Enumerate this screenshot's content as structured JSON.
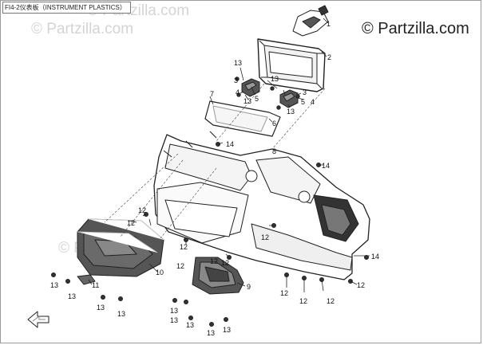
{
  "diagram": {
    "title": "FI4-2仪表板（INSTRUMENT PLASTICS）",
    "watermarks": [
      "© Partzilla.com",
      "© Partzilla.com",
      "© Partzilla.com",
      "© Partzilla.com"
    ],
    "part_numbers": {
      "p1": "1",
      "p2": "2",
      "p13a": "13",
      "p4a": "4",
      "p13b": "13",
      "p3a": "3",
      "p5a": "5",
      "p13c": "13",
      "p3b": "3",
      "p13d": "13",
      "p5b": "5",
      "p4b": "4",
      "p7": "7",
      "p6": "6",
      "p14a": "14",
      "p8": "8",
      "p14b": "14",
      "p12a": "12",
      "p12b": "12",
      "p12c": "12",
      "p12d": "12",
      "p14c": "14",
      "p10": "10",
      "p11": "11",
      "p13e": "13",
      "p13f": "13",
      "p13g": "13",
      "p13h": "13",
      "p13i": "13",
      "p12e": "12",
      "p9": "9",
      "p13j": "13",
      "p13k": "13",
      "p13l": "13",
      "p13m": "13",
      "p12f": "12",
      "p12g": "12",
      "p12h": "12",
      "p12i": "12",
      "p12j": "12",
      "p12k": "12"
    }
  }
}
